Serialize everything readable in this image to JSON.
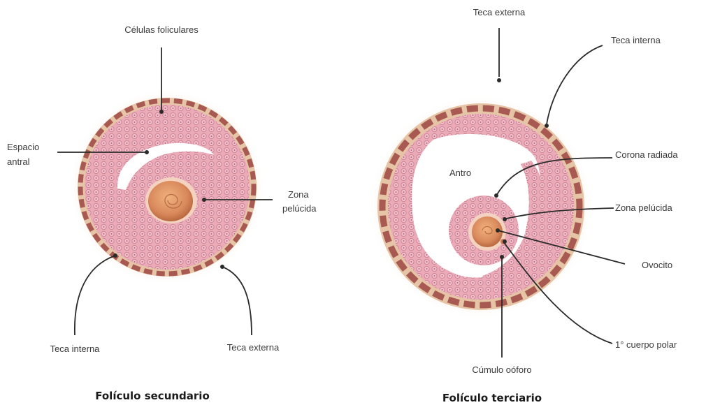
{
  "secondary": {
    "title": "Folículo secundario",
    "labels": {
      "celulas_foliculares": "Células foliculares",
      "espacio_antral_1": "Espacio",
      "espacio_antral_2": "antral",
      "zona_pelucida_1": "Zona",
      "zona_pelucida_2": "pelúcida",
      "teca_interna": "Teca interna",
      "teca_externa": "Teca externa"
    }
  },
  "tertiary": {
    "title": "Folículo terciario",
    "labels": {
      "teca_externa": "Teca externa",
      "teca_interna": "Teca interna",
      "antro": "Antro",
      "corona_radiada": "Corona radiada",
      "zona_pelucida": "Zona pelúcida",
      "ovocito": "Ovocito",
      "cuerpo_polar": "1° cuerpo polar",
      "cumulo_ooforo": "Cúmulo oóforo"
    }
  },
  "colors": {
    "granulosa": "#e9a8b6",
    "cell_outline": "#c77a8c",
    "theca": "#a85a52",
    "theca_light": "#e6c4a6",
    "oocyte": "#d9895c",
    "leader": "#2a2a2a"
  }
}
